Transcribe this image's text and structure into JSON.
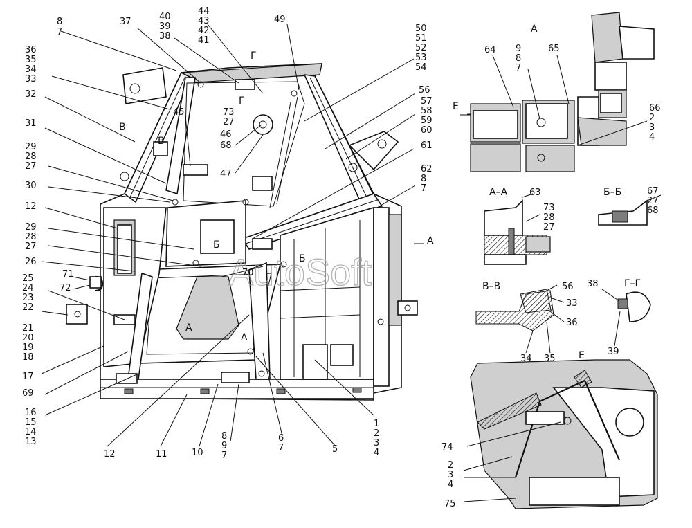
{
  "watermark": "AutoSoft",
  "labels": {
    "l_8_7_tl": [
      "8",
      "7"
    ],
    "l_37": [
      "37"
    ],
    "l_40_38": [
      "40",
      "39",
      "38"
    ],
    "l_44_41": [
      "44",
      "43",
      "42",
      "41"
    ],
    "l_49": [
      "49"
    ],
    "l_50_54": [
      "50",
      "51",
      "52",
      "53",
      "54"
    ],
    "l_36_33": [
      "36",
      "35",
      "34",
      "33"
    ],
    "l_32": [
      "32"
    ],
    "l_31": [
      "31"
    ],
    "l_29_27": [
      "29",
      "28",
      "27"
    ],
    "l_30": [
      "30"
    ],
    "l_12a": [
      "12"
    ],
    "l_29_27b": [
      "29",
      "28",
      "27"
    ],
    "l_26": [
      "26"
    ],
    "l_71": [
      "71"
    ],
    "l_72": [
      "72"
    ],
    "l_25_22": [
      "25",
      "24",
      "23",
      "22"
    ],
    "l_21_18": [
      "21",
      "20",
      "19",
      "18"
    ],
    "l_17": [
      "17"
    ],
    "l_69": [
      "69"
    ],
    "l_16_13": [
      "16",
      "15",
      "14",
      "13"
    ],
    "l_12b": [
      "12"
    ],
    "l_11": [
      "11"
    ],
    "l_10": [
      "10"
    ],
    "l_8_7b": [
      "8",
      "9",
      "7"
    ],
    "l_6_7": [
      "6",
      "7"
    ],
    "l_5": [
      "5"
    ],
    "l_1_4": [
      "1",
      "2",
      "3",
      "4"
    ],
    "l_45": [
      "45"
    ],
    "l_73_68": [
      "73",
      "27",
      "46",
      "68"
    ],
    "l_47": [
      "47"
    ],
    "l_70": [
      "70"
    ],
    "l_56": [
      "56"
    ],
    "l_57_60": [
      "57",
      "58",
      "59",
      "60"
    ],
    "l_61": [
      "61"
    ],
    "l_62": [
      "62",
      "8",
      "7"
    ],
    "l_64": [
      "64"
    ],
    "l_9_7": [
      "9",
      "8",
      "7"
    ],
    "l_65": [
      "65"
    ],
    "l_66": [
      "66",
      "2",
      "3",
      "4"
    ],
    "l_63": [
      "63"
    ],
    "l_73_27": [
      "73",
      "28",
      "27"
    ],
    "l_67": [
      "67",
      "27",
      "68"
    ],
    "l_56b": [
      "56"
    ],
    "l_33": [
      "33"
    ],
    "l_36": [
      "36"
    ],
    "l_34": [
      "34"
    ],
    "l_35": [
      "35"
    ],
    "l_38": [
      "38"
    ],
    "l_39": [
      "39"
    ],
    "l_74": [
      "74"
    ],
    "l_2_4": [
      "2",
      "3",
      "4"
    ],
    "l_75": [
      "75"
    ]
  },
  "sections": {
    "view_a": "A",
    "view_e": "E",
    "sec_aa": "A–A",
    "sec_bb": "Б–Б",
    "sec_vv": "В–В",
    "sec_gg": "Г–Г",
    "view_e_bottom": "E",
    "arrow_e": "E",
    "arrow_a": "A",
    "mark_g1": "Г",
    "mark_g2": "Г",
    "mark_v": "В",
    "mark_v2": "В",
    "mark_b1": "Б",
    "mark_b2": "Б",
    "mark_a1": "А",
    "mark_a2": "А"
  }
}
